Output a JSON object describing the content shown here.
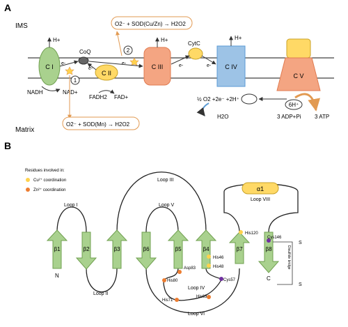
{
  "panel_a": {
    "label": "A",
    "ims": "IMS",
    "matrix": "Matrix",
    "hplus": "H+",
    "complexes": {
      "c1": "C I",
      "c2": "C II",
      "c3": "C III",
      "c4": "C IV",
      "c5": "C V"
    },
    "coq": "CoQ",
    "cytc": "CytC",
    "electron": "e-",
    "nadh": "NADH",
    "nadplus": "NAD+",
    "fadh2": "FADH2",
    "fadplus": "FAD+",
    "step1": "1",
    "step2": "2",
    "sod_cuzn": "O2⁻ + SOD(Cu/Zn) → H2O2",
    "sod_mn": "O2⁻ + SOD(Mn) → H2O2",
    "oxygen_reaction": "½ O2 +2e⁻ +2H⁺",
    "h2o": "H2O",
    "six_h": "6H⁺",
    "adp": "3 ADP+Pi",
    "atp": "3 ATP"
  },
  "panel_b": {
    "label": "B",
    "legend_title": "Residues involved in:",
    "legend_cu": "Cu²⁺ coordination",
    "legend_zn": "Zn²⁺ coordination",
    "loops": {
      "l1": "Loop I",
      "l2": "Loop II",
      "l3": "Loop III",
      "l4": "Loop IV",
      "l5": "Loop V",
      "l6": "Loop VI",
      "l8": "Loop VIII"
    },
    "strands": {
      "b1": "β1",
      "b2": "β2",
      "b3": "β3",
      "b6": "β6",
      "b5": "β5",
      "b4": "β4",
      "b7": "β7",
      "b8": "β8"
    },
    "helix": "α1",
    "n_term": "N",
    "c_term": "C",
    "residues": {
      "his120": "His120",
      "his46": "His46",
      "his48": "His48",
      "cys146": "Cys146",
      "asp83": "Asp83",
      "his80": "His80",
      "cys57": "Cys57",
      "his71": "His71",
      "his63": "His63"
    },
    "disulfide": "Disulfide bridge",
    "s1": "S",
    "s2": "S"
  },
  "colors": {
    "green_fill": "#a9d18e",
    "green_stroke": "#70a050",
    "salmon": "#f4a582",
    "blue": "#9dc3e6",
    "yellow": "#ffd966",
    "cu": "#ffd24d",
    "zn": "#ed7d31",
    "purple": "#7030a0",
    "membrane": "#404040"
  }
}
